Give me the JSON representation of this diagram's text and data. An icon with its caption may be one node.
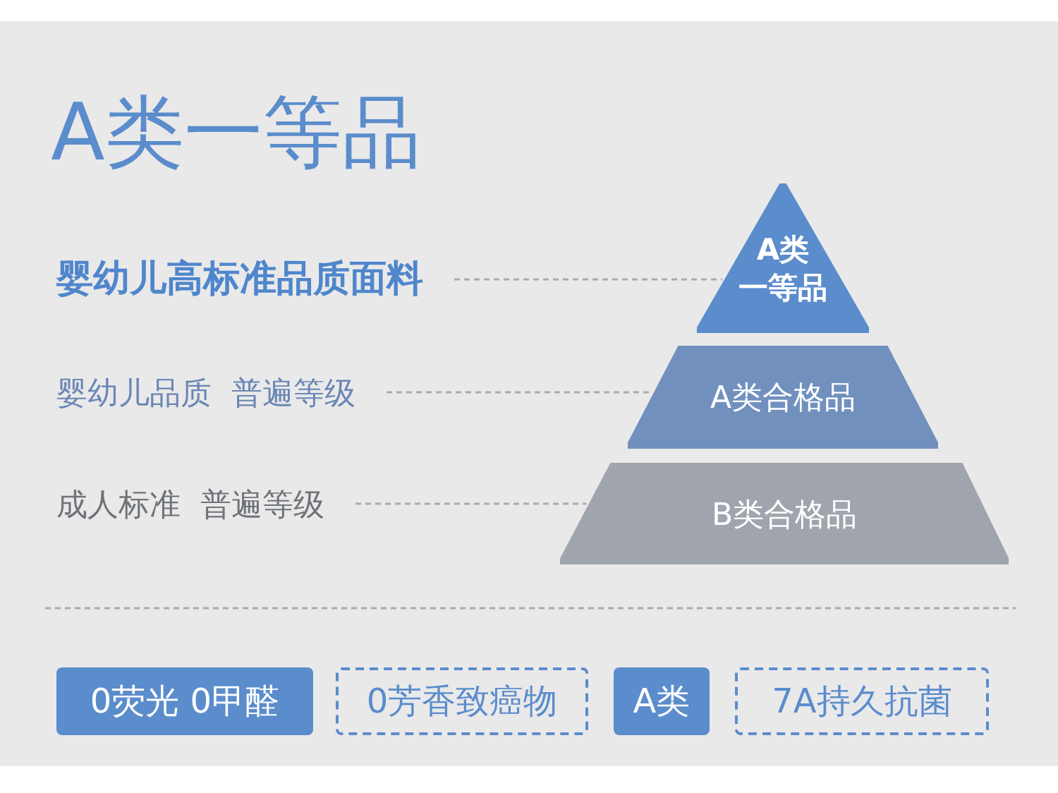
{
  "diagram": {
    "title": "A类一等品",
    "nodes": [
      {
        "text": [
          "婴幼儿高标准品质面料"
        ]
      },
      {
        "text": [
          "A类",
          "一等品"
        ]
      },
      {
        "text": [
          "婴幼儿品质  普遍等级"
        ]
      },
      {
        "text": [
          "A类合格品"
        ]
      },
      {
        "text": [
          "成人标准  普遍等级"
        ]
      },
      {
        "text": [
          "B类合格品"
        ]
      },
      {
        "text": [
          "0荧光 0甲醛"
        ]
      },
      {
        "text": [
          "0芳香致癌物"
        ]
      },
      {
        "text": [
          "A类"
        ]
      },
      {
        "text": [
          "7A持久抗菌"
        ]
      }
    ],
    "edges": [
      {
        "from": 0,
        "to": 1,
        "arrow": "none",
        "style": "dashed"
      },
      {
        "from": 2,
        "to": 3,
        "arrow": "none",
        "style": "dashed"
      },
      {
        "from": 4,
        "to": 5,
        "arrow": "none",
        "style": "dashed"
      }
    ]
  }
}
